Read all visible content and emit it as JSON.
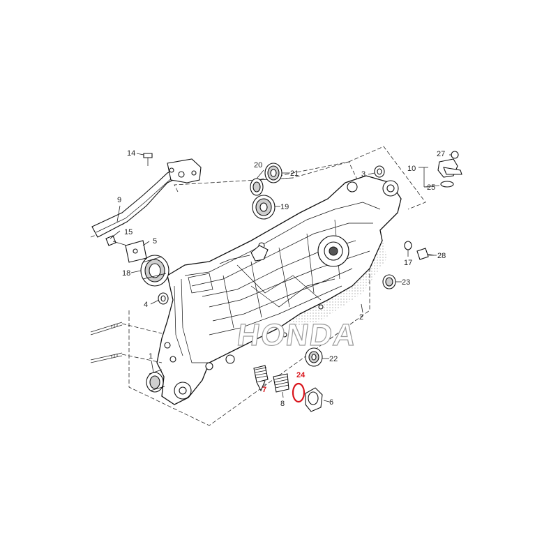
{
  "diagram": {
    "watermark": "HONDA",
    "labels": {
      "p1": "1",
      "p2": "2",
      "p3": "3",
      "p4": "4",
      "p5": "5",
      "p6": "6",
      "p7": "7",
      "p8": "8",
      "p9": "9",
      "p10": "10",
      "p14": "14",
      "p15": "15",
      "p17": "17",
      "p18": "18",
      "p19": "19",
      "p20": "20",
      "p21": "21",
      "p22": "22",
      "p23": "23",
      "p24": "24",
      "p25": "25",
      "p27": "27",
      "p28": "28"
    },
    "highlighted_parts": [
      "7",
      "24"
    ],
    "colors": {
      "highlight": "#d9141b",
      "line": "#111111",
      "watermark": "#9a9a9a"
    }
  }
}
